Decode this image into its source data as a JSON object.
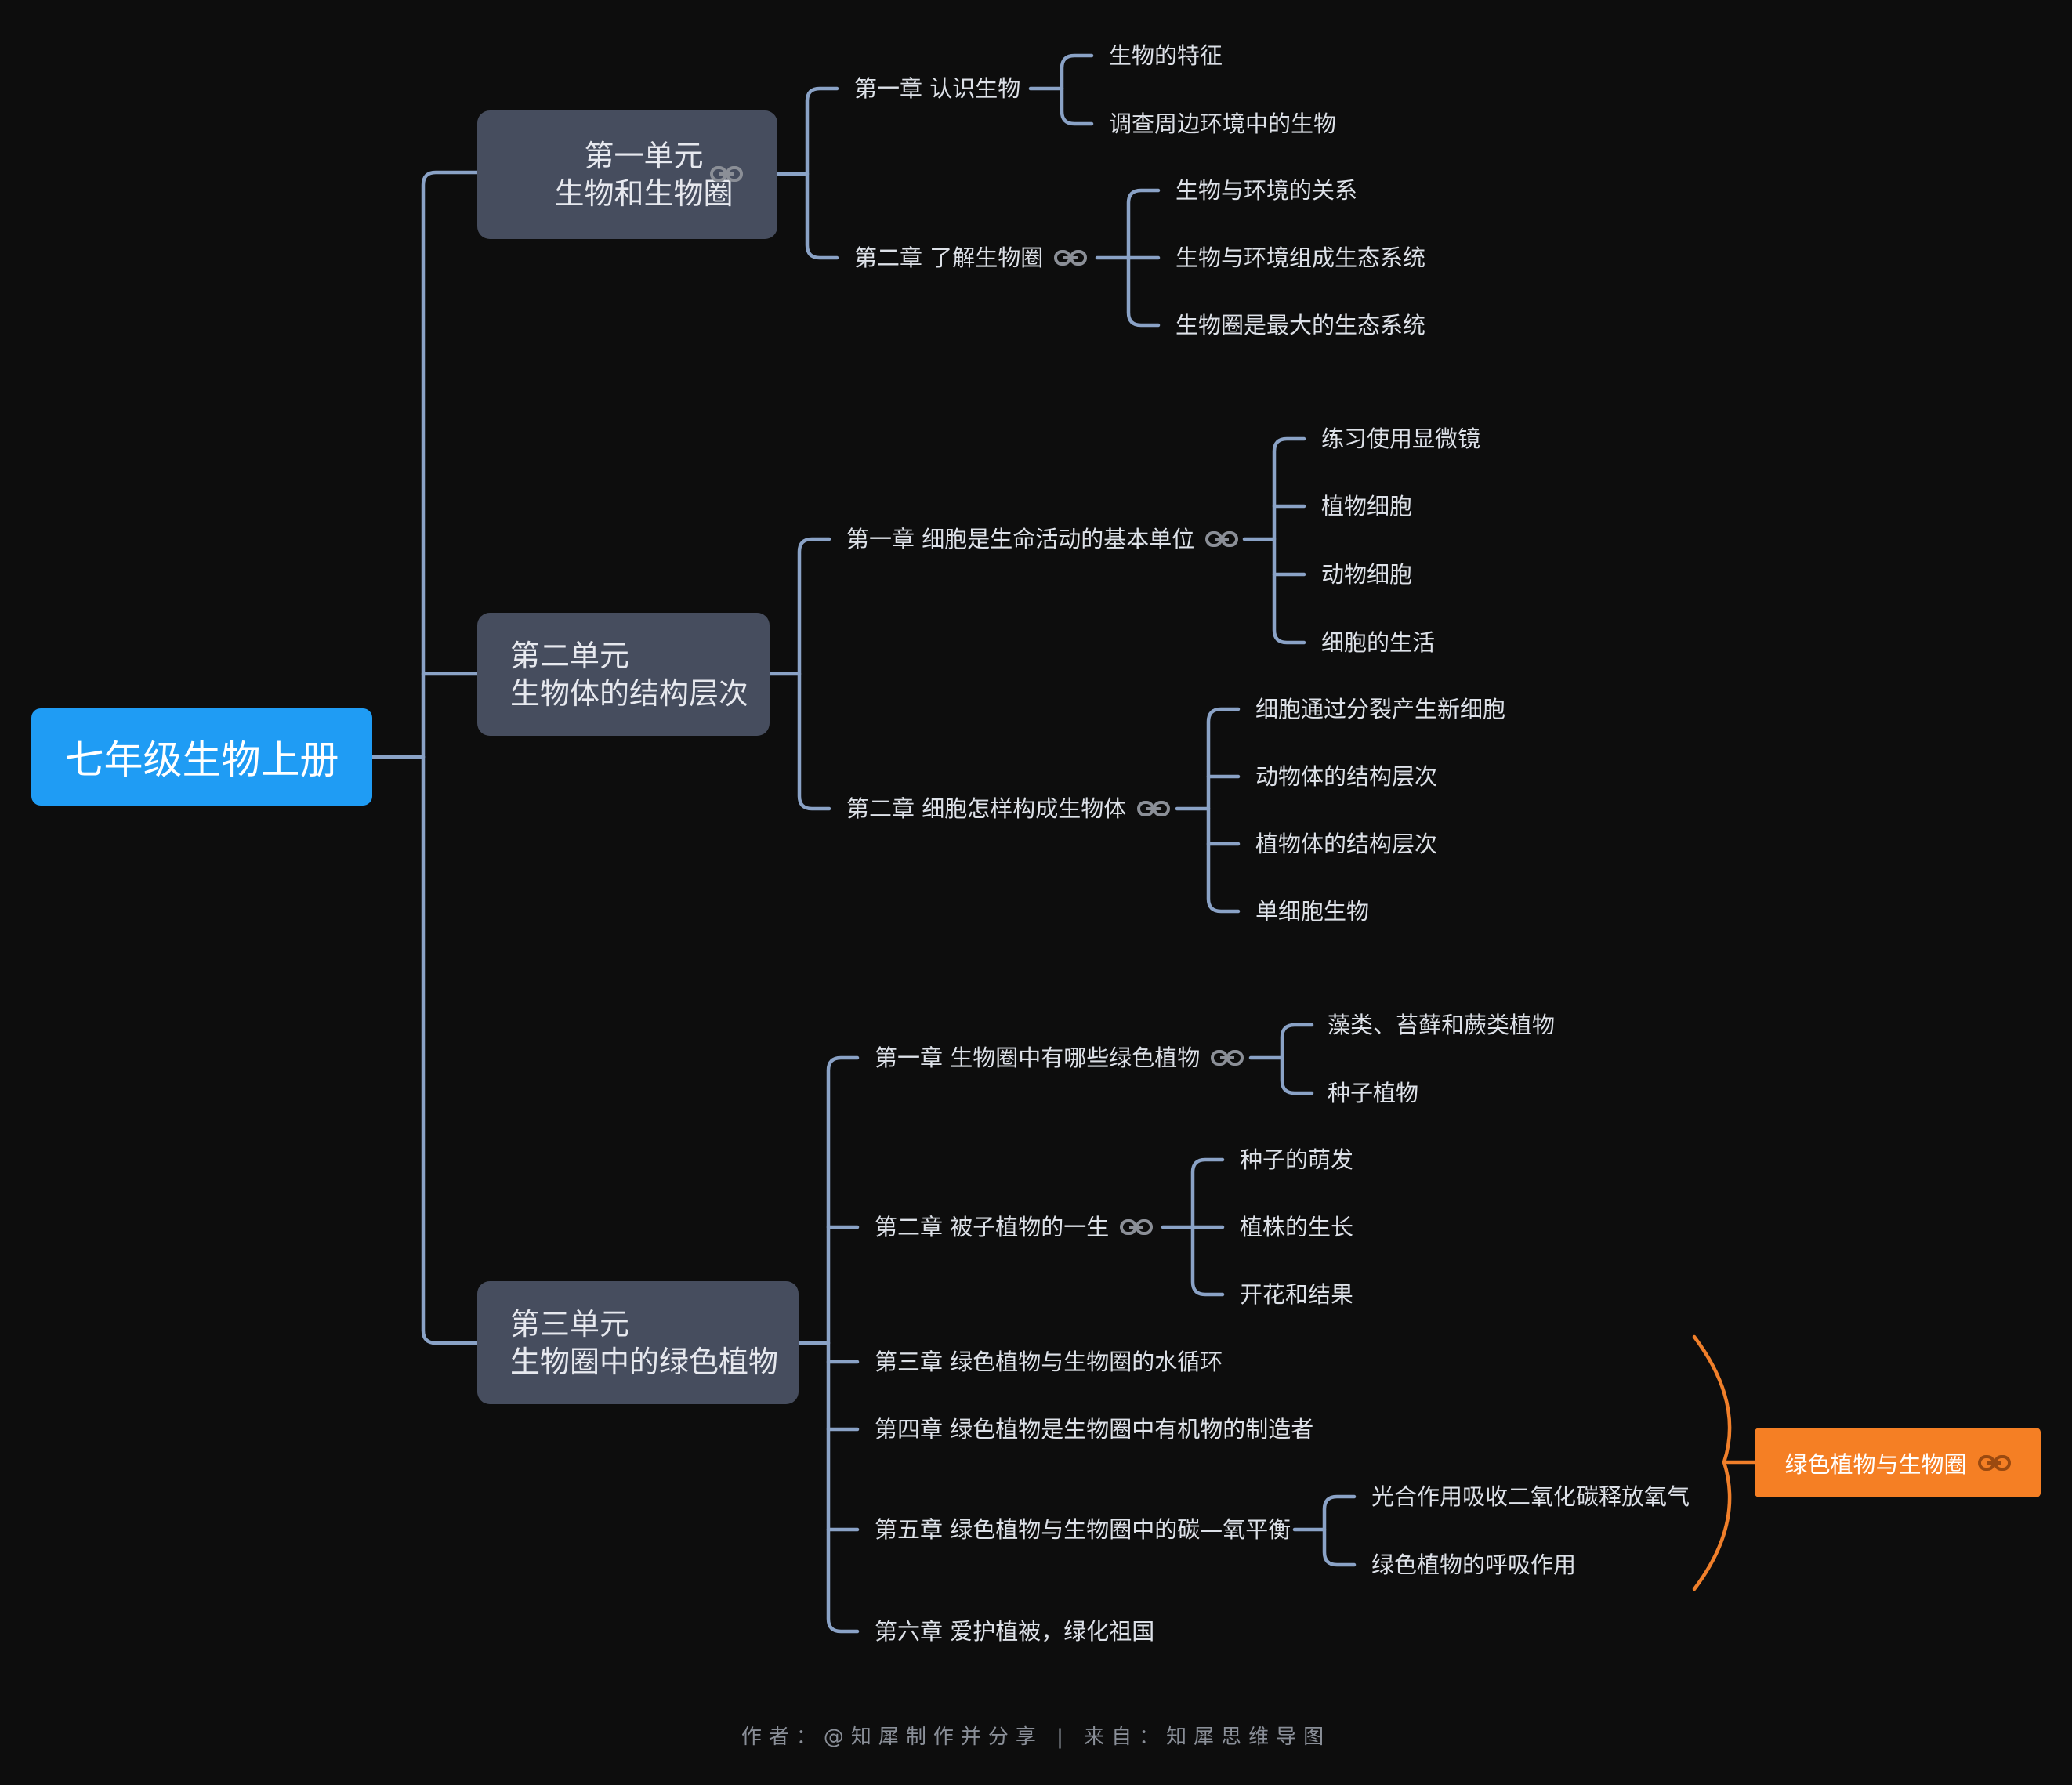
{
  "root": {
    "label": "七年级生物上册"
  },
  "units": [
    {
      "line1": "第一单元",
      "line2": "生物和生物圈",
      "chapters": [
        {
          "label": "第一章 认识生物",
          "leaves": [
            "生物的特征",
            "调查周边环境中的生物"
          ]
        },
        {
          "label": "第二章 了解生物圈",
          "leaves": [
            "生物与环境的关系",
            "生物与环境组成生态系统",
            "生物圈是最大的生态系统"
          ]
        }
      ]
    },
    {
      "line1": "第二单元",
      "line2": "生物体的结构层次",
      "chapters": [
        {
          "label": "第一章 细胞是生命活动的基本单位",
          "leaves": [
            "练习使用显微镜",
            "植物细胞",
            "动物细胞",
            "细胞的生活"
          ]
        },
        {
          "label": "第二章 细胞怎样构成生物体",
          "leaves": [
            "细胞通过分裂产生新细胞",
            "动物体的结构层次",
            "植物体的结构层次",
            "单细胞生物"
          ]
        }
      ]
    },
    {
      "line1": "第三单元",
      "line2": "生物圈中的绿色植物",
      "chapters": [
        {
          "label": "第一章 生物圈中有哪些绿色植物",
          "leaves": [
            "藻类、苔藓和蕨类植物",
            "种子植物"
          ]
        },
        {
          "label": "第二章 被子植物的一生",
          "leaves": [
            "种子的萌发",
            "植株的生长",
            "开花和结果"
          ]
        },
        {
          "label": "第三章 绿色植物与生物圈的水循环",
          "leaves": []
        },
        {
          "label": "第四章 绿色植物是生物圈中有机物的制造者",
          "leaves": []
        },
        {
          "label": "第五章 绿色植物与生物圈中的碳—氧平衡",
          "leaves": [
            "光合作用吸收二氧化碳释放氧气",
            "绿色植物的呼吸作用"
          ]
        },
        {
          "label": "第六章 爱护植被，绿化祖国",
          "leaves": []
        }
      ]
    }
  ],
  "summary": {
    "label": "绿色植物与生物圈"
  },
  "footer": {
    "text": "作者：@知犀制作并分享 | 来自：知犀思维导图"
  },
  "colors": {
    "root": "#1f9cf4",
    "unit": "#464d5e",
    "line": "#8aa2c6",
    "summary": "#f57f24",
    "background": "#0d0d0d"
  },
  "icons": {
    "link": "link-icon"
  }
}
